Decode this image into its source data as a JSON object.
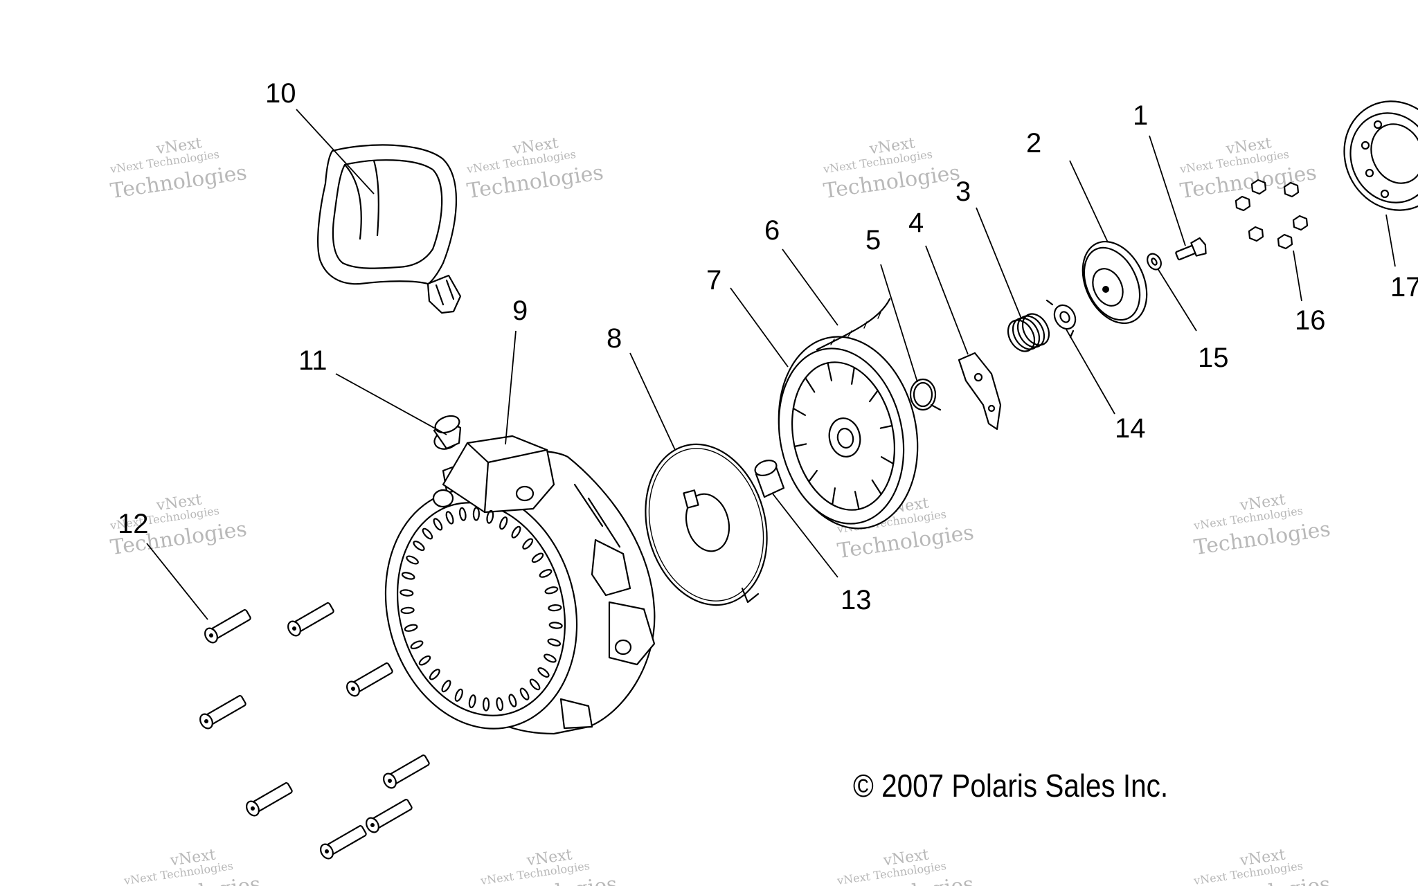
{
  "copyright": "© 2007 Polaris Sales Inc.",
  "watermark": {
    "line1": "vNext Technologies",
    "line2": "Technologies",
    "small": "vNext"
  },
  "callouts": [
    "1",
    "2",
    "3",
    "4",
    "5",
    "6",
    "7",
    "8",
    "9",
    "10",
    "11",
    "12",
    "13",
    "14",
    "15",
    "16",
    "17"
  ],
  "parts": [
    {
      "ref": "10",
      "icon": "handle-icon"
    },
    {
      "ref": "9",
      "icon": "recoil-housing-icon"
    },
    {
      "ref": "11",
      "icon": "plug-icon"
    },
    {
      "ref": "12",
      "icon": "screw-icon"
    },
    {
      "ref": "8",
      "icon": "spring-plate-icon"
    },
    {
      "ref": "13",
      "icon": "bushing-icon"
    },
    {
      "ref": "7",
      "icon": "reel-icon"
    },
    {
      "ref": "6",
      "icon": "rope-icon"
    },
    {
      "ref": "5",
      "icon": "spring-icon"
    },
    {
      "ref": "4",
      "icon": "pawl-icon"
    },
    {
      "ref": "3",
      "icon": "coil-spring-icon"
    },
    {
      "ref": "14",
      "icon": "friction-plate-icon"
    },
    {
      "ref": "2",
      "icon": "cover-plate-icon"
    },
    {
      "ref": "15",
      "icon": "washer-icon"
    },
    {
      "ref": "1",
      "icon": "bolt-icon"
    },
    {
      "ref": "16",
      "icon": "nut-icon"
    },
    {
      "ref": "17",
      "icon": "starter-cup-icon"
    }
  ]
}
